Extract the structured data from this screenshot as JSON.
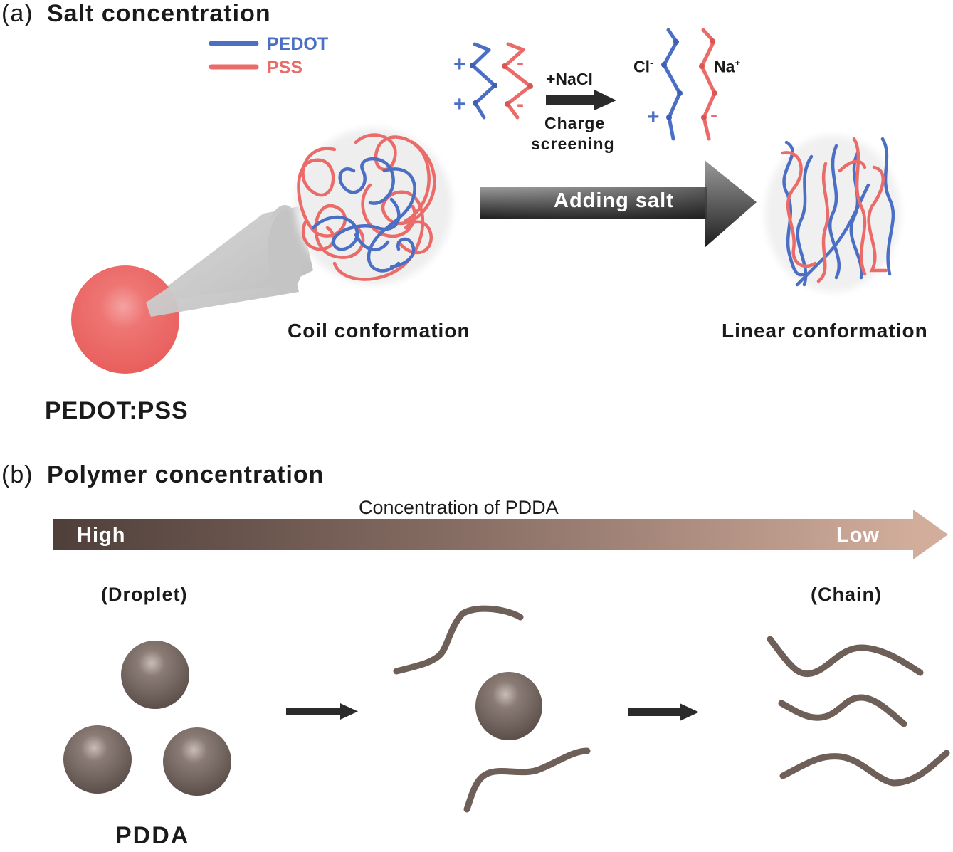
{
  "panel_a": {
    "label": "(a)",
    "title": "Salt concentration",
    "legend": [
      {
        "name": "PEDOT",
        "color": "#4a6fc4"
      },
      {
        "name": "PSS",
        "color": "#ea6b68"
      }
    ],
    "reaction": {
      "plus_left_top": "+",
      "plus_left_bottom": "+",
      "minus_left_top": "-",
      "minus_left_bottom": "-",
      "reagent": "+NaCl",
      "process_line1": "Charge",
      "process_line2": "screening",
      "cl_ion": "Cl",
      "cl_charge": "-",
      "na_ion": "Na",
      "na_charge": "+",
      "plus_right": "+",
      "minus_right": "-"
    },
    "big_arrow_label": "Adding salt",
    "coil_label": "Coil conformation",
    "linear_label": "Linear conformation",
    "particle_label": "PEDOT:PSS"
  },
  "panel_b": {
    "label": "(b)",
    "title": "Polymer concentration",
    "gradient_title": "Concentration of PDDA",
    "high_label": "High",
    "low_label": "Low",
    "droplet_label": "(Droplet)",
    "chain_label": "(Chain)",
    "pdda_label": "PDDA"
  },
  "colors": {
    "pedot": "#4a6fc4",
    "pss": "#ea6b68",
    "pdda": "#6e5f58",
    "arrow_dark": "#2b2b2b",
    "gradient_start": "#4f3f3a",
    "gradient_end": "#d2ad9c"
  }
}
